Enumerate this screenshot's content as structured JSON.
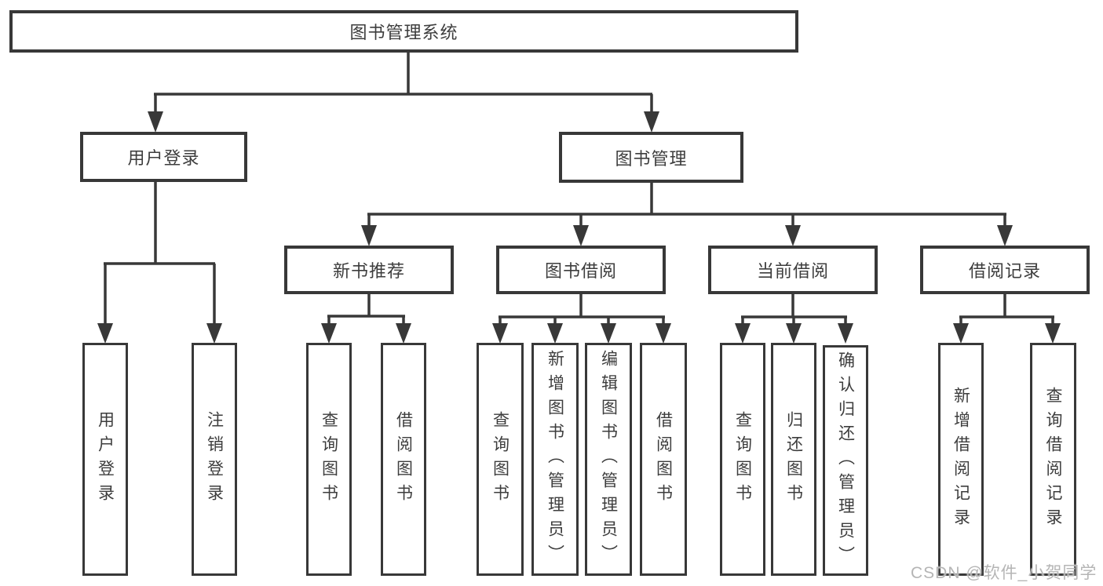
{
  "diagram": {
    "root": {
      "label": "图书管理系统"
    },
    "branches": [
      {
        "label": "用户登录",
        "children": [
          {
            "label": "用户登录"
          },
          {
            "label": "注销登录"
          }
        ]
      },
      {
        "label": "图书管理",
        "children": [
          {
            "label": "新书推荐",
            "children": [
              {
                "label": "查询图书"
              },
              {
                "label": "借阅图书"
              }
            ]
          },
          {
            "label": "图书借阅",
            "children": [
              {
                "label": "查询图书"
              },
              {
                "label": "新增图书（管理员）"
              },
              {
                "label": "编辑图书（管理员）"
              },
              {
                "label": "借阅图书"
              }
            ]
          },
          {
            "label": "当前借阅",
            "children": [
              {
                "label": "查询图书"
              },
              {
                "label": "归还图书"
              },
              {
                "label": "确认归还（管理员）"
              }
            ]
          },
          {
            "label": "借阅记录",
            "children": [
              {
                "label": "新增借阅记录"
              },
              {
                "label": "查询借阅记录"
              }
            ]
          }
        ]
      }
    ]
  },
  "watermark": {
    "text": "CSDN @软件_小贺同学"
  },
  "colors": {
    "line": "#383838",
    "box_border": "#383838",
    "text": "#3d3d3d",
    "watermark": "#b5b5b5",
    "background": "#ffffff"
  }
}
